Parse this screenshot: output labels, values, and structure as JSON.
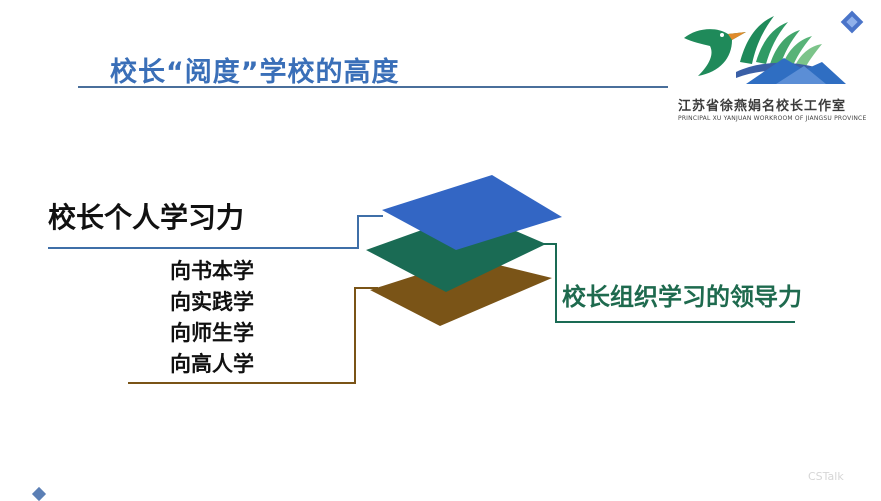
{
  "slide": {
    "title": "校长“阅度”学校的高度",
    "logo": {
      "name_cn": "江苏省徐燕娟名校长工作室",
      "name_en": "PRINCIPAL XU YANJUAN WORKROOM OF JIANGSU PROVINCE"
    },
    "main_heading": "校长个人学习力",
    "sub_items": [
      "向书本学",
      "向实践学",
      "向师生学",
      "向高人学"
    ],
    "right_heading": "校长组织学习的领导力",
    "layer_colors": {
      "top": "#3366c4",
      "middle": "#1a6b54",
      "bottom": "#7a5417"
    },
    "line_colors": {
      "top": "#3f6fa8",
      "middle": "#1a6b54",
      "bottom": "#7a5417"
    },
    "watermark": "CSTalk"
  }
}
